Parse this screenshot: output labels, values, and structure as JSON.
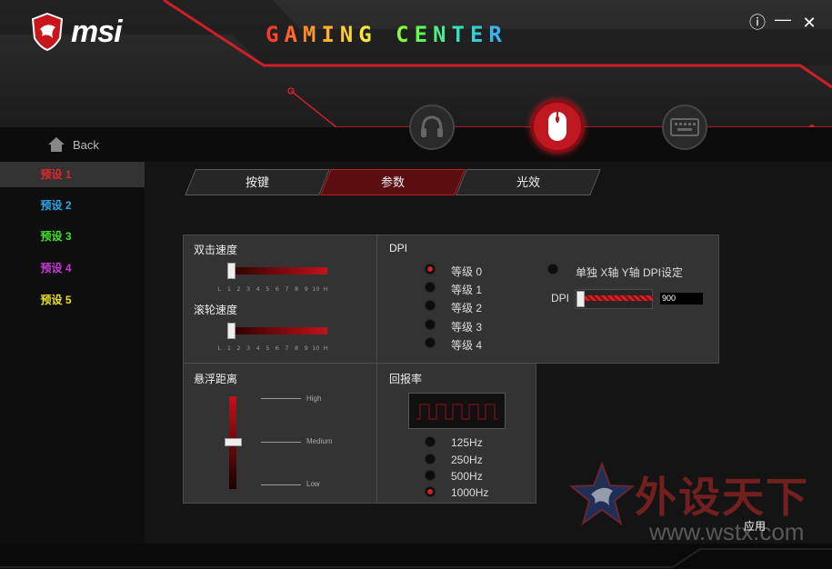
{
  "app": {
    "brand": "msi",
    "title": "GAMING CENTER"
  },
  "window_controls": {
    "info_icon": "ⓘ",
    "minimize_icon": "—",
    "close_icon": "✕"
  },
  "nav": {
    "back_label": "Back"
  },
  "device_icons": [
    "headset-icon",
    "mouse-icon",
    "keyboard-icon"
  ],
  "presets": [
    {
      "label": "预设 1",
      "color": "#e0262d",
      "active": true
    },
    {
      "label": "预设 2",
      "color": "#2aa6e6"
    },
    {
      "label": "预设 3",
      "color": "#3ee62a"
    },
    {
      "label": "预设 4",
      "color": "#c83ad8"
    },
    {
      "label": "预设 5",
      "color": "#e8e02a"
    }
  ],
  "tabs": [
    {
      "label": "按键"
    },
    {
      "label": "参数",
      "active": true
    },
    {
      "label": "光效"
    }
  ],
  "double_click": {
    "title": "双击速度",
    "value": 1,
    "ticks": [
      "L",
      "1",
      "2",
      "3",
      "4",
      "5",
      "6",
      "7",
      "8",
      "9",
      "10",
      "H"
    ]
  },
  "scroll": {
    "title": "滚轮速度",
    "value": 1,
    "ticks": [
      "L",
      "1",
      "2",
      "3",
      "4",
      "5",
      "6",
      "7",
      "8",
      "9",
      "10",
      "H"
    ]
  },
  "dpi": {
    "title": "DPI",
    "levels": [
      "等级 0",
      "等级 1",
      "等级 2",
      "等级 3",
      "等级 4"
    ],
    "selected": 0,
    "xy_label": "单独 X轴 Y轴 DPI设定",
    "slider_label": "DPI",
    "value": "900"
  },
  "lift_off": {
    "title": "悬浮距离",
    "levels": [
      "High",
      "Medium",
      "Low"
    ],
    "selected": "Medium"
  },
  "polling": {
    "title": "回报率",
    "options": [
      "125Hz",
      "250Hz",
      "500Hz",
      "1000Hz"
    ],
    "selected": "1000Hz"
  },
  "footer": {
    "apply_label": "应用"
  },
  "watermark": {
    "text": "外设天下",
    "url": "www.wstx.com"
  },
  "colors": {
    "accent": "#d5202a",
    "panel": "#333333"
  }
}
